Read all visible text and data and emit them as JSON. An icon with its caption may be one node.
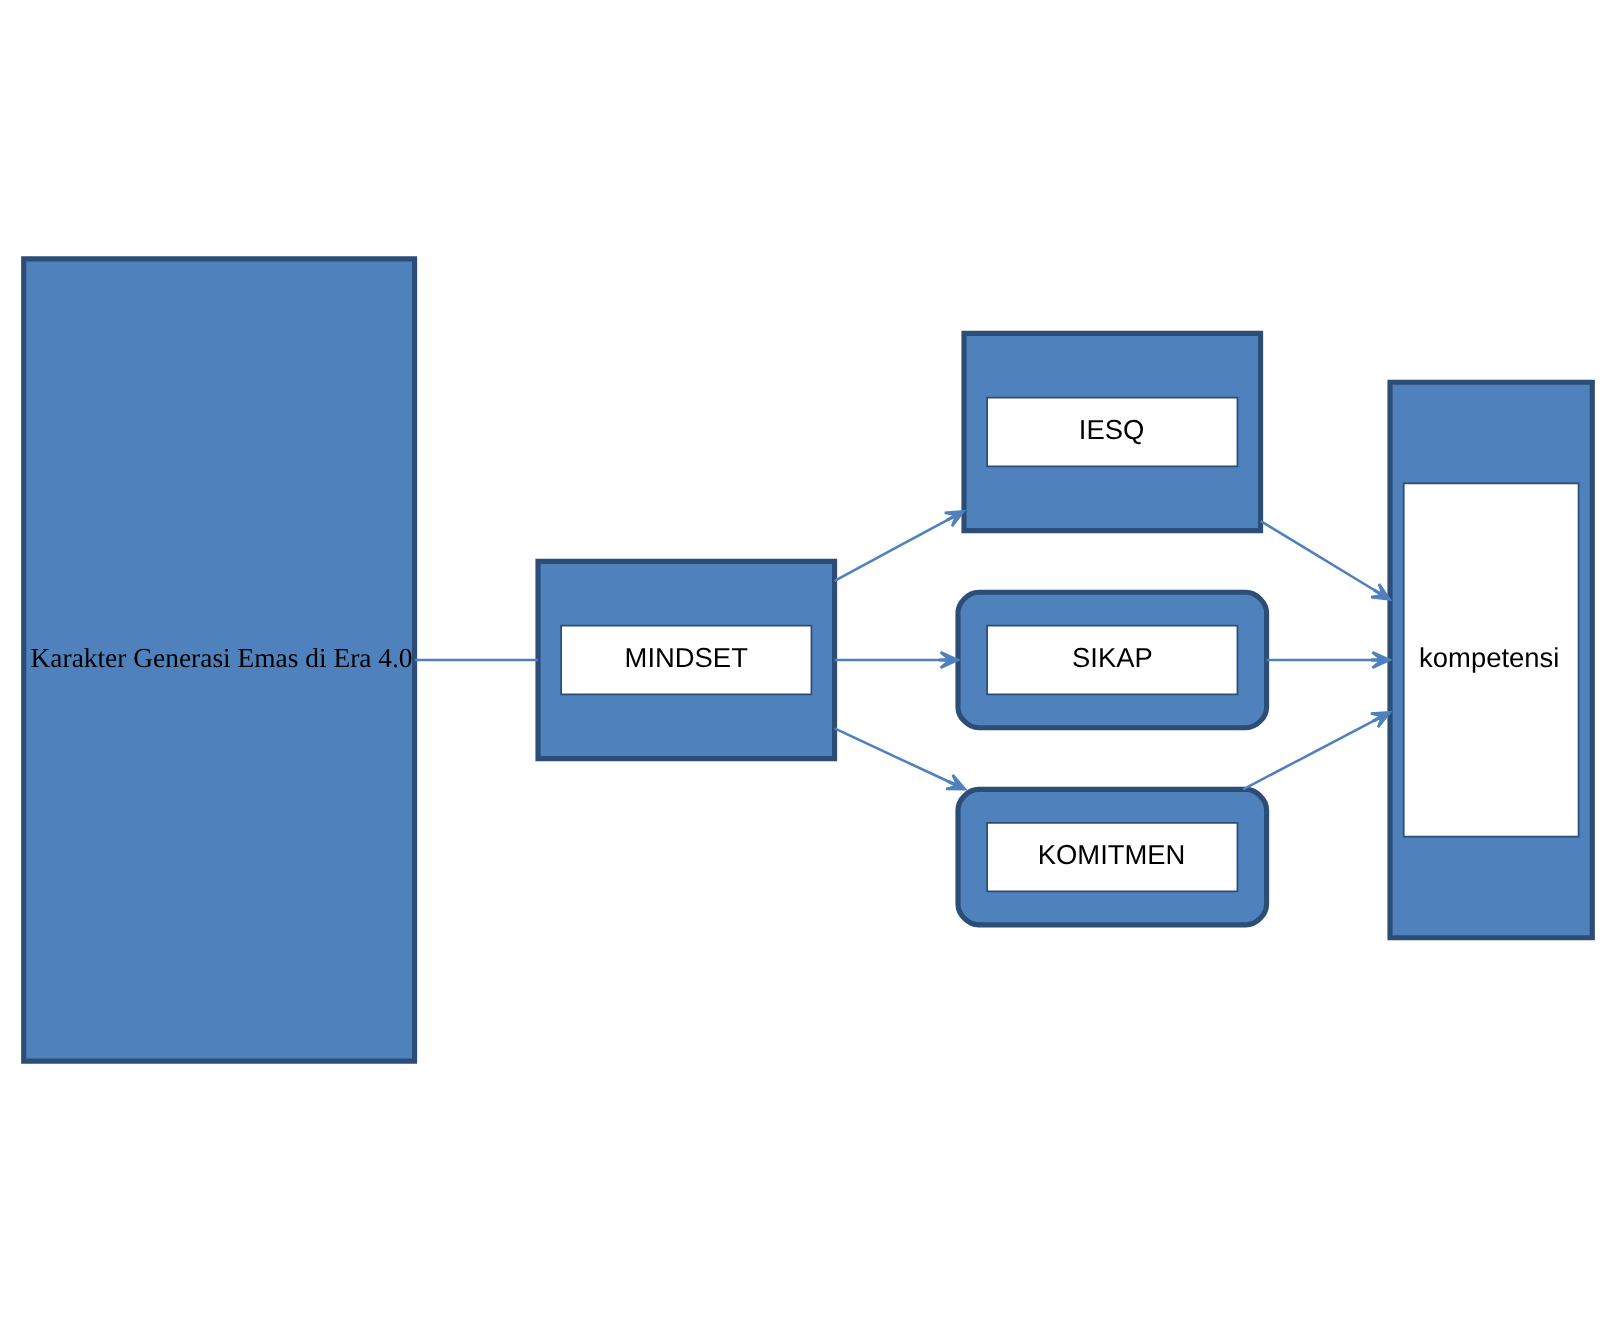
{
  "diagram": {
    "nodes": [
      {
        "text": [
          "Karakter Generasi Emas di Era 4.0"
        ]
      },
      {
        "text": [
          "MINDSET"
        ]
      },
      {
        "text": [
          "IESQ"
        ]
      },
      {
        "text": [
          "SIKAP"
        ]
      },
      {
        "text": [
          "KOMITMEN"
        ]
      },
      {
        "text": [
          "kompetensi"
        ]
      }
    ],
    "edges": [
      {
        "from": 0,
        "to": 1,
        "arrow": "none"
      },
      {
        "from": 1,
        "to": 2,
        "arrow": "to"
      },
      {
        "from": 1,
        "to": 3,
        "arrow": "to"
      },
      {
        "from": 1,
        "to": 4,
        "arrow": "to"
      },
      {
        "from": 2,
        "to": 5,
        "arrow": "to"
      },
      {
        "from": 3,
        "to": 5,
        "arrow": "to"
      },
      {
        "from": 4,
        "to": 5,
        "arrow": "to"
      }
    ]
  }
}
